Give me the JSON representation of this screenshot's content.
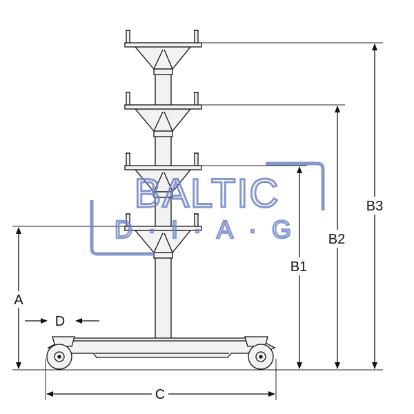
{
  "dimension_labels": {
    "a": "A",
    "b1": "B1",
    "b2": "B2",
    "b3": "B3",
    "c": "C",
    "d": "D"
  },
  "watermark": {
    "line1": "BALTIC",
    "line2": "D·I·A·G",
    "color": "#6f86c6"
  },
  "colors": {
    "line": "#111111",
    "frame_fill": "#f2f2f2"
  }
}
